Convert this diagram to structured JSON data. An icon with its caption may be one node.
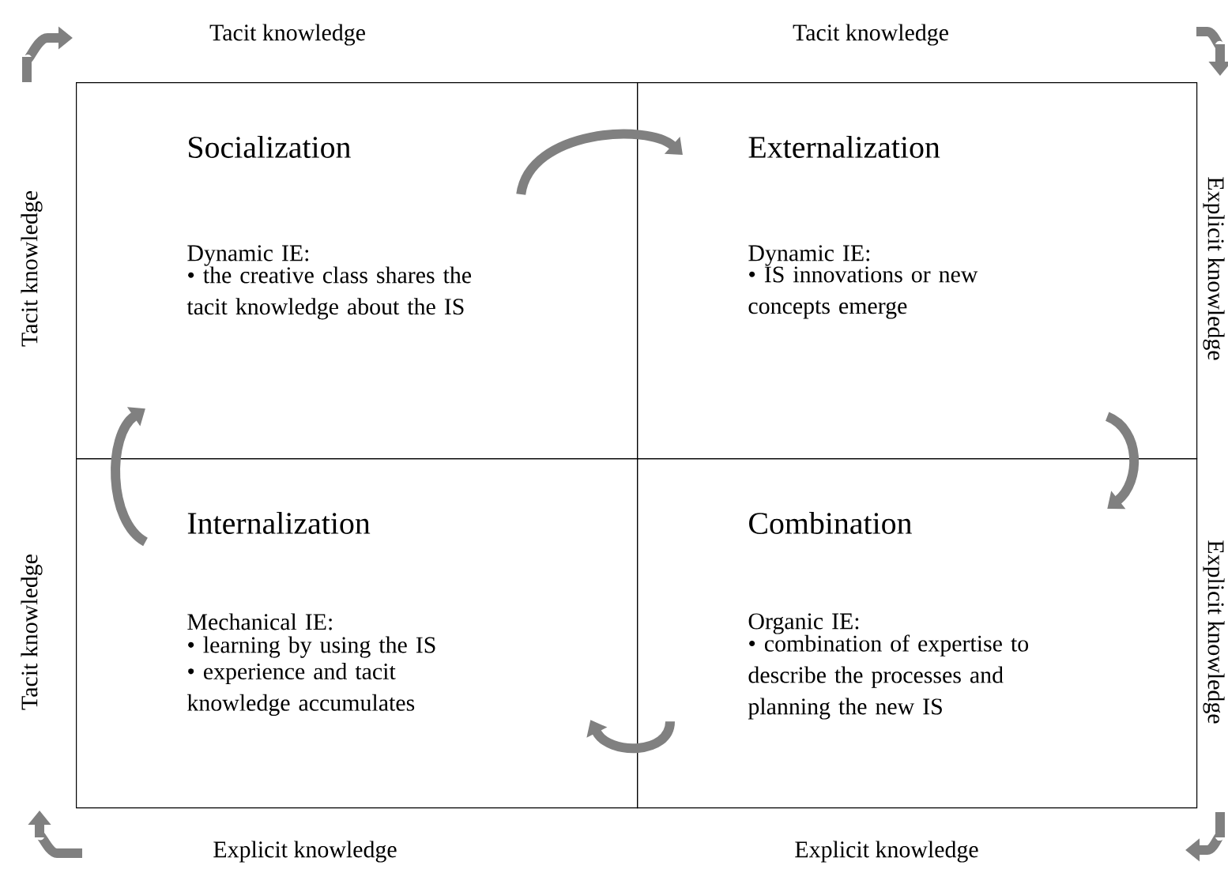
{
  "diagram": {
    "nodes": [
      {
        "text": [
          "Socialization",
          "Dynamic IE:",
          "• the creative class shares the tacit knowledge about the IS"
        ]
      },
      {
        "text": [
          "Externalization",
          "Dynamic IE:",
          "• IS innovations or new concepts emerge"
        ]
      },
      {
        "text": [
          "Internalization",
          "Mechanical IE:",
          "• learning by using the IS",
          "• experience and tacit knowledge accumulates"
        ]
      },
      {
        "text": [
          "Combination",
          "Organic IE:",
          "• combination of expertise to describe the processes and planning the new IS"
        ]
      }
    ],
    "edges": [
      {
        "from": 0,
        "to": 1,
        "arrow": "to"
      },
      {
        "from": 1,
        "to": 3,
        "arrow": "to"
      },
      {
        "from": 3,
        "to": 2,
        "arrow": "to"
      },
      {
        "from": 2,
        "to": 0,
        "arrow": "to"
      }
    ],
    "labels": [
      "Tacit knowledge",
      "Tacit knowledge",
      "Tacit knowledge",
      "Explicit knowledge",
      "Tacit knowledge",
      "Explicit knowledge",
      "Explicit knowledge",
      "Explicit knowledge"
    ]
  }
}
